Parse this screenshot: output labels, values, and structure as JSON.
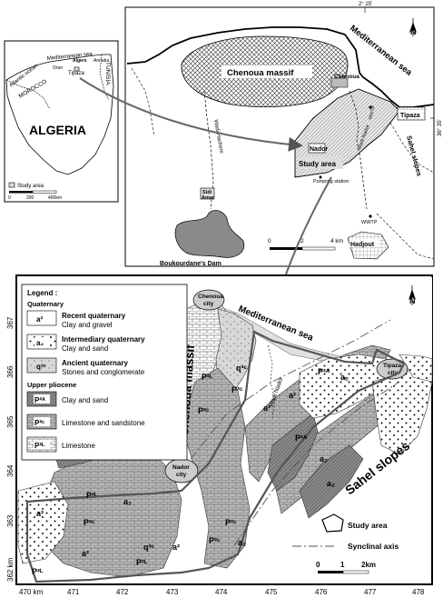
{
  "inset_map": {
    "country": "ALGERIA",
    "neighbors": [
      "MOROCCO",
      "TUNISIA"
    ],
    "sea": "Mediterranean sea",
    "ocean": "Atlantic ocean",
    "cities": [
      "Oran",
      "Algers",
      "Annaba",
      "Tipaza"
    ],
    "legend_study_area": "Study area",
    "scale_labels": [
      "0",
      "200",
      "400km"
    ]
  },
  "top_map": {
    "longitude_label": "2° 25'",
    "latitude_label": "36° 35'",
    "massif": "Chenoua massif",
    "sea": "Mediterranean sea",
    "places": {
      "chenoua": "Chenoua",
      "tipaza": "Tipaza",
      "nador": "Nador",
      "sidi_amar": "Sidi\nAmar",
      "hadjout": "Hadjout",
      "dam": "Boukourdane's Dam",
      "study_area": "Study area",
      "pumping": "Pumping station",
      "wwtp1": "WWTP",
      "wwtp2": "WWTP",
      "sahel": "Sahel slopes",
      "wadi_nador": "Wadi Nador",
      "wadi_hachem": "Wadi Hachem"
    },
    "scale_labels": [
      "0",
      "2",
      "4 km"
    ],
    "north": "N"
  },
  "geo_map": {
    "legend_title": "Legend :",
    "legend_groups": [
      {
        "title": "Quaternary",
        "items": [
          {
            "symbol": "a²",
            "name": "Recent quaternary",
            "desc": "Clay and gravel"
          },
          {
            "symbol": "a₂",
            "name": "Intermediary quaternary",
            "desc": "Clay and sand"
          },
          {
            "symbol": "q³ᶜ",
            "name": "Ancient quaternary",
            "desc": "Stones and conglomerate"
          }
        ]
      },
      {
        "title": "Upper pliocene",
        "items": [
          {
            "symbol": "P²ᴬ",
            "desc": "Clay and sand"
          },
          {
            "symbol": "P²ᶜ",
            "desc": "Limestone and sandstone"
          },
          {
            "symbol": "P²ᴸ",
            "desc": "Limestone"
          }
        ]
      }
    ],
    "x_ticks": [
      "470 km",
      "471",
      "472",
      "473",
      "474",
      "475",
      "476",
      "477",
      "478"
    ],
    "y_ticks": [
      "367",
      "366",
      "365",
      "364",
      "363",
      "362 km"
    ],
    "labels": {
      "chenoua_city": "Chenoua\ncity",
      "tipaza_city": "Tipaza\ncity",
      "nador_city": "Nador\ncity",
      "massif": "Chenoua massif",
      "sea": "Mediterranean sea",
      "sahel": "Sahel slopes",
      "wadi": "Wadi Nador"
    },
    "formation_labels": [
      "q³ᶜ",
      "P²ᴸ",
      "P²ᶜ",
      "a²",
      "a²",
      "P²ᴸ",
      "P²ᶜ",
      "a₂",
      "P²ᶜ",
      "P²ᴬ",
      "a₂",
      "P²ᴬ",
      "a₂",
      "P²ᶜ",
      "a²",
      "P²ᶜ",
      "a₂",
      "q³ᶜ",
      "a²",
      "P²ᴸ",
      "a²",
      "a₂",
      "P²ᴸ"
    ],
    "legend2": {
      "study_area": "Study area",
      "synclinal": "Synclinal axis"
    },
    "scale_labels": [
      "0",
      "1",
      "2km"
    ],
    "north": "N"
  }
}
